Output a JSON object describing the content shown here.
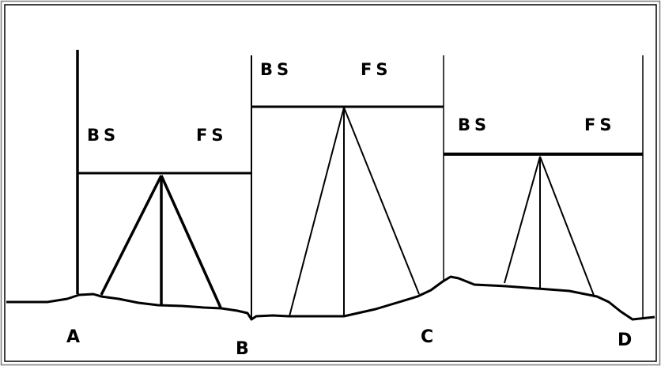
{
  "diagram": {
    "setups": [
      {
        "backsight_label": "BS",
        "foresight_label": "FS"
      },
      {
        "backsight_label": "BS",
        "foresight_label": "FS"
      },
      {
        "backsight_label": "BS",
        "foresight_label": "FS"
      }
    ],
    "points": [
      "A",
      "B",
      "C",
      "D"
    ],
    "colors": {
      "line": "#000000",
      "background": "#ffffff",
      "border": "#7f7f7f"
    }
  }
}
